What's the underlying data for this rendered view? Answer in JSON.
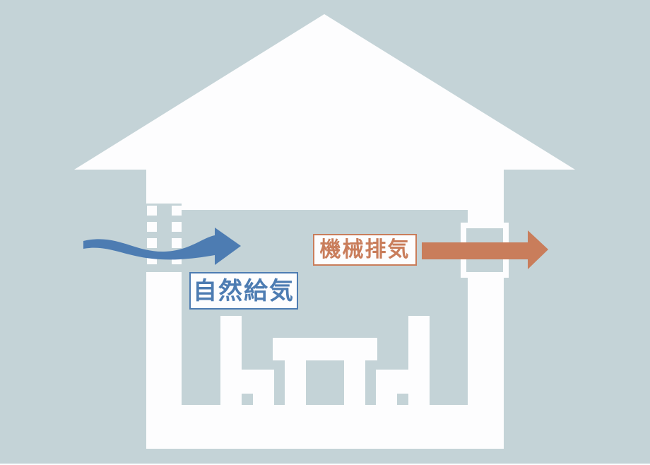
{
  "diagram": {
    "name": "house-ventilation-diagram",
    "labels": {
      "natural_supply": "自然給気",
      "mechanical_exhaust": "機械排気"
    },
    "colors": {
      "background": "#c4d3d7",
      "house_white": "#fdfdfe",
      "supply_blue": "#4d7cb2",
      "exhaust_orange": "#c97d5b"
    }
  }
}
